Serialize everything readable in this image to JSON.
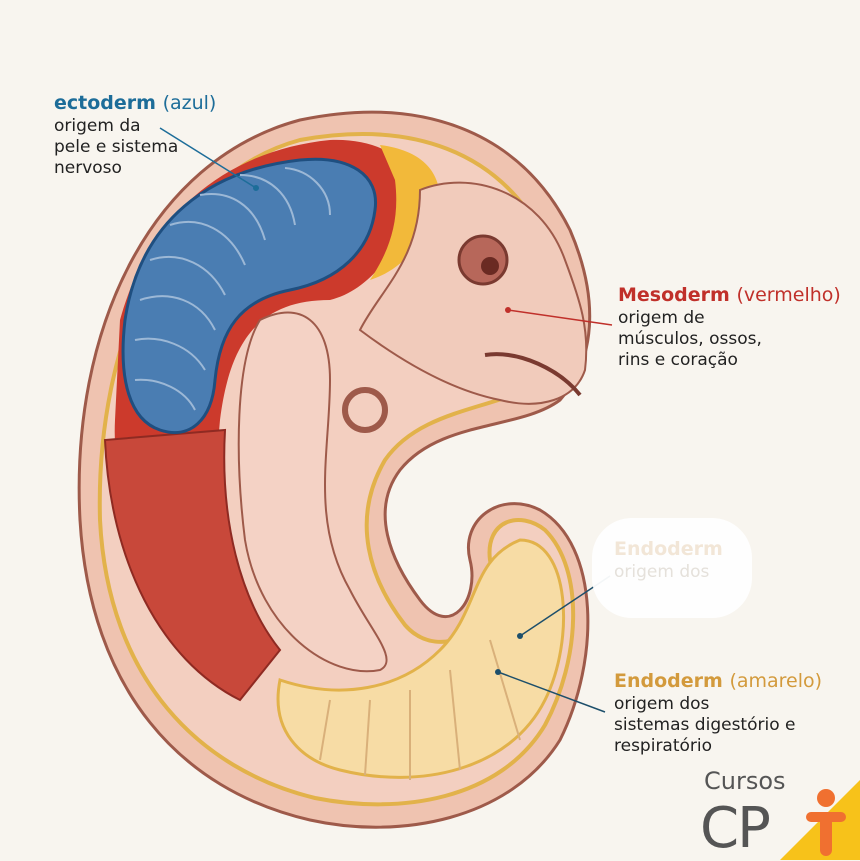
{
  "labels": {
    "ectoderm": {
      "title": "ectoderm",
      "color_name": "(azul)",
      "description": [
        "origem da",
        "pele e sistema",
        "nervoso"
      ]
    },
    "mesoderm": {
      "title": "Mesoderm",
      "color_name": "(vermelho)",
      "description": [
        "origem de",
        "músculos, ossos,",
        "rins e coração"
      ]
    },
    "endoderm_faded": {
      "title": "Endoderm",
      "description": [
        "origem dos"
      ]
    },
    "endoderm": {
      "title": "Endoderm",
      "color_name": "(amarelo)",
      "description": [
        "origem dos",
        "sistemas digestório e",
        "respiratório"
      ]
    }
  },
  "logo": {
    "line1": "Cursos",
    "line2": "CP"
  },
  "colors": {
    "ectoderm": "#1d6d99",
    "mesoderm": "#c0302a",
    "endoderm": "#d39a3c",
    "background": "#f8f5ef",
    "logo_accent": "#f07030",
    "logo_triangle": "#f7c21a"
  }
}
